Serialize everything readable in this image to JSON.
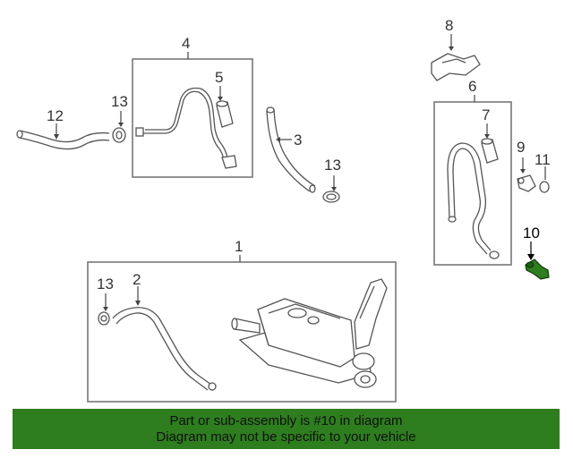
{
  "diagram": {
    "callouts": {
      "c1": "1",
      "c2": "2",
      "c3": "3",
      "c4": "4",
      "c5": "5",
      "c6": "6",
      "c7": "7",
      "c8": "8",
      "c9": "9",
      "c10": "10",
      "c11": "11",
      "c12": "12",
      "c13a": "13",
      "c13b": "13",
      "c13c": "13"
    },
    "highlight_color": "#2e7d1f"
  },
  "banner": {
    "line1": "Part or sub-assembly is #10 in diagram",
    "line2": "Diagram may not be specific to your vehicle",
    "background": "#2e7d1f"
  }
}
